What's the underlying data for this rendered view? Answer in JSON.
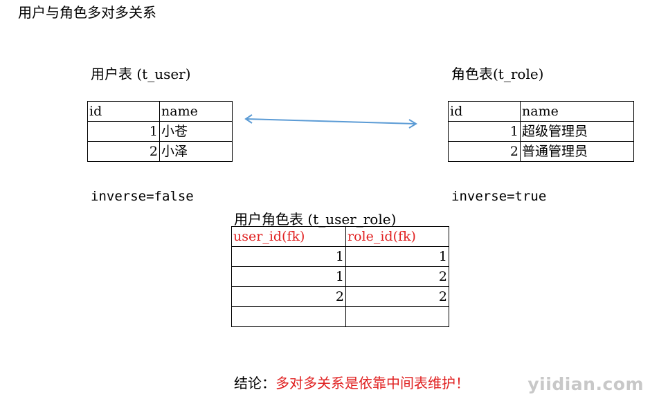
{
  "title": "用户与角色多对多关系",
  "user_table": {
    "label": "用户表 (t_user)",
    "header": [
      "id",
      "name"
    ],
    "rows": [
      [
        "1",
        "小苍"
      ],
      [
        "2",
        "小泽"
      ]
    ],
    "inverse": "inverse=false"
  },
  "role_table": {
    "label": "角色表(t_role)",
    "header": [
      "id",
      "name"
    ],
    "rows": [
      [
        "1",
        "超级管理员"
      ],
      [
        "2",
        "普通管理员"
      ]
    ],
    "inverse": "inverse=true"
  },
  "user_role_table": {
    "label": "用户角色表 (t_user_role)",
    "header": [
      "user_id(fk)",
      "role_id(fk)"
    ],
    "rows": [
      [
        "1",
        "1"
      ],
      [
        "1",
        "2"
      ],
      [
        "2",
        "2"
      ],
      [
        "",
        ""
      ]
    ]
  },
  "conclusion": {
    "prefix": "结论：",
    "text": "多对多关系是依靠中间表维护！"
  },
  "watermark": "yiidian.com",
  "colors": {
    "emphasis": "#e02020",
    "arrow": "#5b9bd5"
  }
}
